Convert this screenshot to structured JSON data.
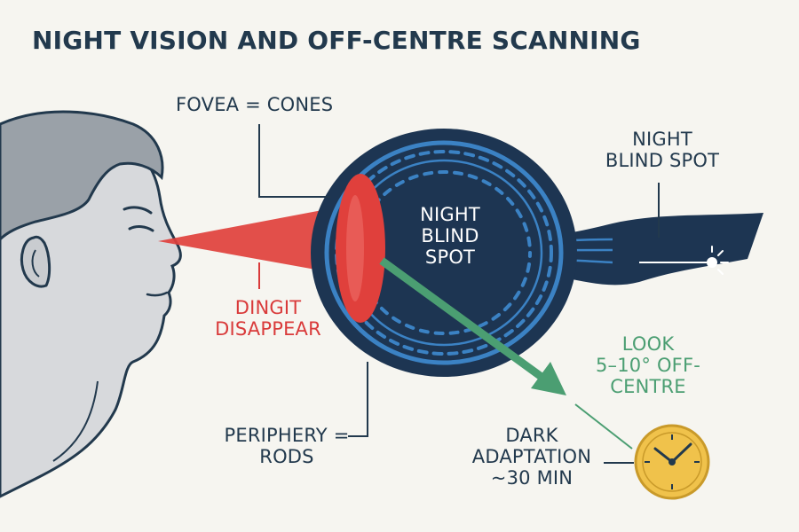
{
  "title": "NIGHT VISION AND OFF-CENTRE SCANNING",
  "labels": {
    "fovea": "FOVEA = CONES",
    "night_blind_spot_right": [
      "NIGHT",
      "BLIND SPOT"
    ],
    "night_blind_spot_eye": [
      "NIGHT",
      "BLIND",
      "SPOT"
    ],
    "dingit": [
      "DINGIT",
      "DISAPPEAR"
    ],
    "look_off_centre": [
      "LOOK",
      "5–10° OFF-",
      "CENTRE"
    ],
    "periphery": [
      "PERIPHERY =",
      "RODS"
    ],
    "dark_adaptation": [
      "DARK",
      "ADAPTATION",
      "~30 MIN"
    ]
  },
  "colors": {
    "background": "#f6f5f0",
    "navy": "#22394d",
    "eye_dark": "#1d3552",
    "retina_blue": "#3b82c4",
    "red_beam": "#e0403c",
    "green_arrow": "#4b9e72",
    "clock_gold": "#f0c24b",
    "skin": "#d7d9dc"
  },
  "icons": {
    "clock": "clock-icon",
    "star": "star-icon"
  }
}
